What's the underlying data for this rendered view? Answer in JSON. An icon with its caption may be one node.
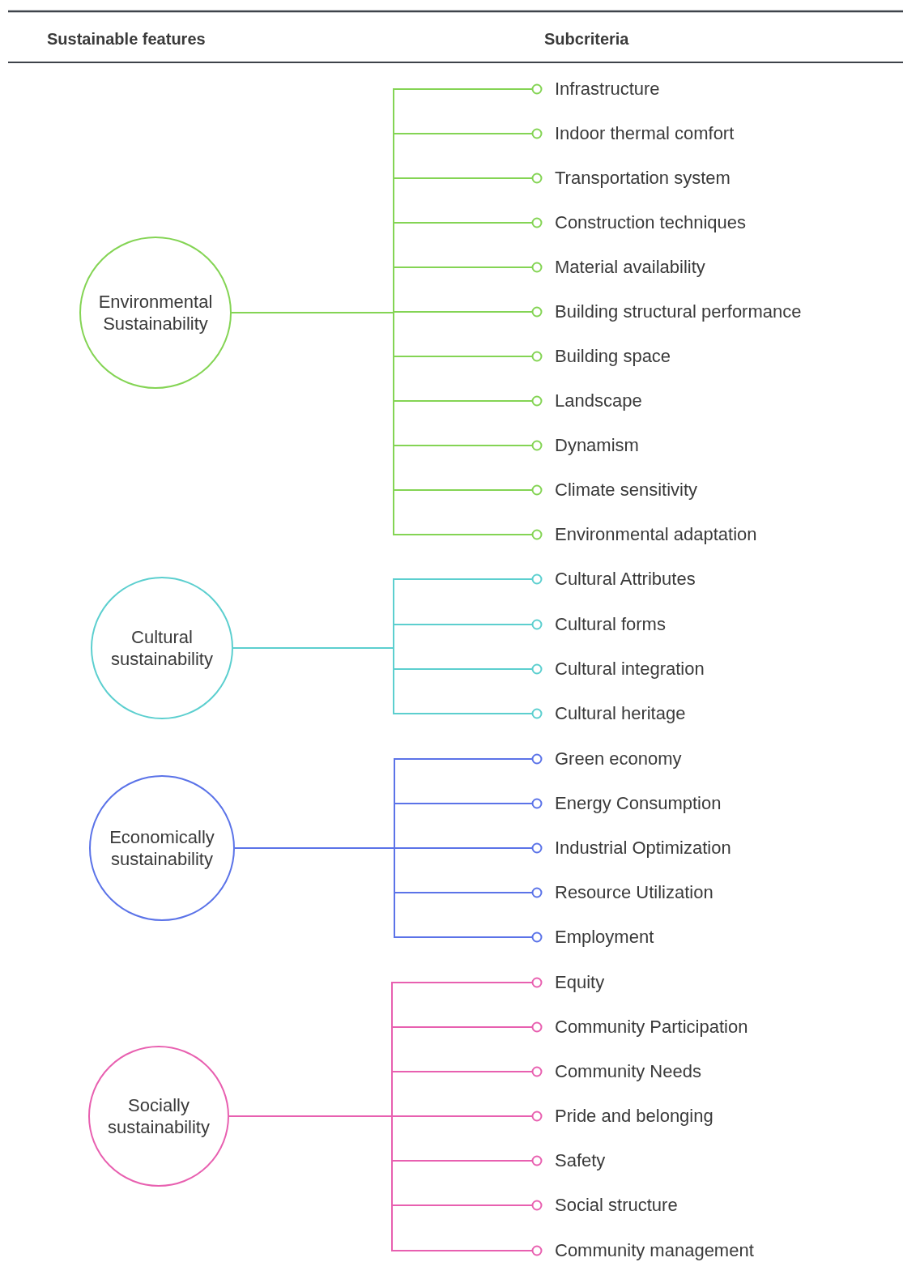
{
  "diagram": {
    "nodes": [
      {
        "text": [
          "Environmental Sustainability"
        ]
      },
      {
        "text": [
          "Infrastructure"
        ]
      },
      {
        "text": [
          "Indoor thermal comfort"
        ]
      },
      {
        "text": [
          "Transportation system"
        ]
      },
      {
        "text": [
          "Construction techniques"
        ]
      },
      {
        "text": [
          "Material availability"
        ]
      },
      {
        "text": [
          "Building structural performance"
        ]
      },
      {
        "text": [
          "Building space"
        ]
      },
      {
        "text": [
          "Landscape"
        ]
      },
      {
        "text": [
          "Dynamism"
        ]
      },
      {
        "text": [
          "Climate sensitivity"
        ]
      },
      {
        "text": [
          "Environmental adaptation"
        ]
      },
      {
        "text": [
          "Cultural sustainability"
        ]
      },
      {
        "text": [
          "Cultural Attributes"
        ]
      },
      {
        "text": [
          "Cultural forms"
        ]
      },
      {
        "text": [
          "Cultural integration"
        ]
      },
      {
        "text": [
          "Cultural heritage"
        ]
      },
      {
        "text": [
          "Economically sustainability"
        ]
      },
      {
        "text": [
          "Green economy"
        ]
      },
      {
        "text": [
          "Energy Consumption"
        ]
      },
      {
        "text": [
          "Industrial Optimization"
        ]
      },
      {
        "text": [
          "Resource Utilization"
        ]
      },
      {
        "text": [
          "Employment"
        ]
      },
      {
        "text": [
          "Socially sustainability"
        ]
      },
      {
        "text": [
          "Equity"
        ]
      },
      {
        "text": [
          "Community Participation"
        ]
      },
      {
        "text": [
          "Community Needs"
        ]
      },
      {
        "text": [
          "Pride and belonging"
        ]
      },
      {
        "text": [
          "Safety"
        ]
      },
      {
        "text": [
          "Social structure"
        ]
      },
      {
        "text": [
          "Community management"
        ]
      }
    ],
    "edges": [
      {
        "from": 0,
        "to": 1,
        "arrow": "other",
        "color": "#84d454"
      },
      {
        "from": 0,
        "to": 2,
        "arrow": "other",
        "color": "#84d454"
      },
      {
        "from": 0,
        "to": 3,
        "arrow": "other",
        "color": "#84d454"
      },
      {
        "from": 0,
        "to": 4,
        "arrow": "other",
        "color": "#84d454"
      },
      {
        "from": 0,
        "to": 5,
        "arrow": "other",
        "color": "#84d454"
      },
      {
        "from": 0,
        "to": 6,
        "arrow": "other",
        "color": "#84d454"
      },
      {
        "from": 0,
        "to": 7,
        "arrow": "other",
        "color": "#84d454"
      },
      {
        "from": 0,
        "to": 8,
        "arrow": "other",
        "color": "#84d454"
      },
      {
        "from": 0,
        "to": 9,
        "arrow": "other",
        "color": "#84d454"
      },
      {
        "from": 0,
        "to": 10,
        "arrow": "other",
        "color": "#84d454"
      },
      {
        "from": 0,
        "to": 11,
        "arrow": "other",
        "color": "#84d454"
      },
      {
        "from": 12,
        "to": 13,
        "arrow": "other",
        "color": "#5ccfcf"
      },
      {
        "from": 12,
        "to": 14,
        "arrow": "other",
        "color": "#5ccfcf"
      },
      {
        "from": 12,
        "to": 15,
        "arrow": "other",
        "color": "#5ccfcf"
      },
      {
        "from": 12,
        "to": 16,
        "arrow": "other",
        "color": "#5ccfcf"
      },
      {
        "from": 17,
        "to": 18,
        "arrow": "other",
        "color": "#5b73e8"
      },
      {
        "from": 17,
        "to": 19,
        "arrow": "other",
        "color": "#5b73e8"
      },
      {
        "from": 17,
        "to": 20,
        "arrow": "other",
        "color": "#5b73e8"
      },
      {
        "from": 17,
        "to": 21,
        "arrow": "other",
        "color": "#5b73e8"
      },
      {
        "from": 17,
        "to": 22,
        "arrow": "other",
        "color": "#5b73e8"
      },
      {
        "from": 23,
        "to": 24,
        "arrow": "other",
        "color": "#e860b0"
      },
      {
        "from": 23,
        "to": 25,
        "arrow": "other",
        "color": "#e860b0"
      },
      {
        "from": 23,
        "to": 26,
        "arrow": "other",
        "color": "#e860b0"
      },
      {
        "from": 23,
        "to": 27,
        "arrow": "other",
        "color": "#e860b0"
      },
      {
        "from": 23,
        "to": 28,
        "arrow": "other",
        "color": "#e860b0"
      },
      {
        "from": 23,
        "to": 29,
        "arrow": "other",
        "color": "#e860b0"
      },
      {
        "from": 23,
        "to": 30,
        "arrow": "other",
        "color": "#e860b0"
      }
    ],
    "labels": [
      "Sustainable features",
      "Subcriteria"
    ]
  }
}
